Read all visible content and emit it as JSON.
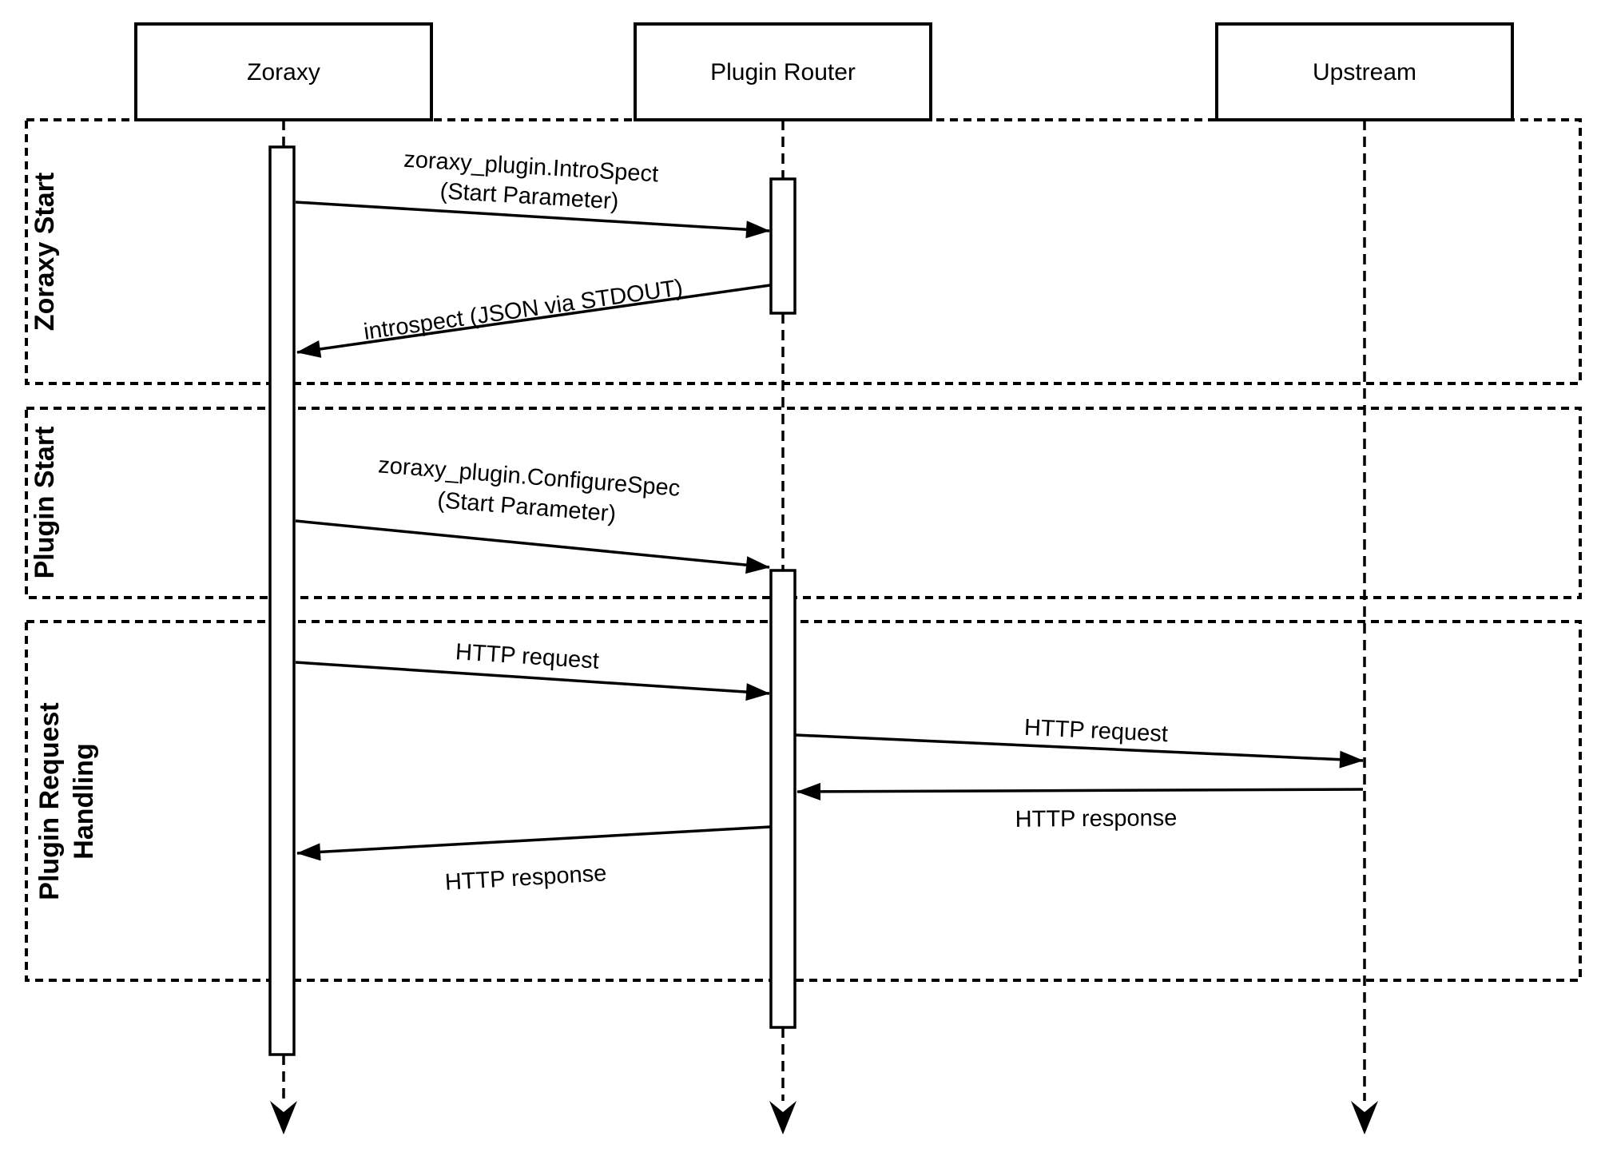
{
  "diagram": {
    "type": "uml-sequence",
    "background": "#ffffff",
    "stroke_color": "#000000"
  },
  "participants": [
    {
      "name": "Zoraxy"
    },
    {
      "name": "Plugin Router"
    },
    {
      "name": "Upstream"
    }
  ],
  "sections": [
    {
      "label": "Zoraxy Start"
    },
    {
      "label": "Plugin Start"
    },
    {
      "label": "Plugin Request Handling",
      "label_line1": "Plugin Request",
      "label_line2": "Handling"
    }
  ],
  "messages": {
    "introspect_call": {
      "label_line1": "zoraxy_plugin.IntroSpect",
      "label_line2": "(Start Parameter)",
      "from": "Zoraxy",
      "to": "Plugin Router"
    },
    "introspect_response": {
      "label": "introspect (JSON via STDOUT)",
      "from": "Plugin Router",
      "to": "Zoraxy"
    },
    "configure_spec": {
      "label_line1": "zoraxy_plugin.ConfigureSpec",
      "label_line2": "(Start Parameter)",
      "from": "Zoraxy",
      "to": "Plugin Router"
    },
    "http_request_to_router": {
      "label": "HTTP request",
      "from": "Zoraxy",
      "to": "Plugin Router"
    },
    "http_request_to_upstream": {
      "label": "HTTP request",
      "from": "Plugin Router",
      "to": "Upstream"
    },
    "http_response_from_upstream": {
      "label": "HTTP response",
      "from": "Upstream",
      "to": "Plugin Router"
    },
    "http_response_to_zoraxy": {
      "label": "HTTP response",
      "from": "Plugin Router",
      "to": "Zoraxy"
    }
  }
}
